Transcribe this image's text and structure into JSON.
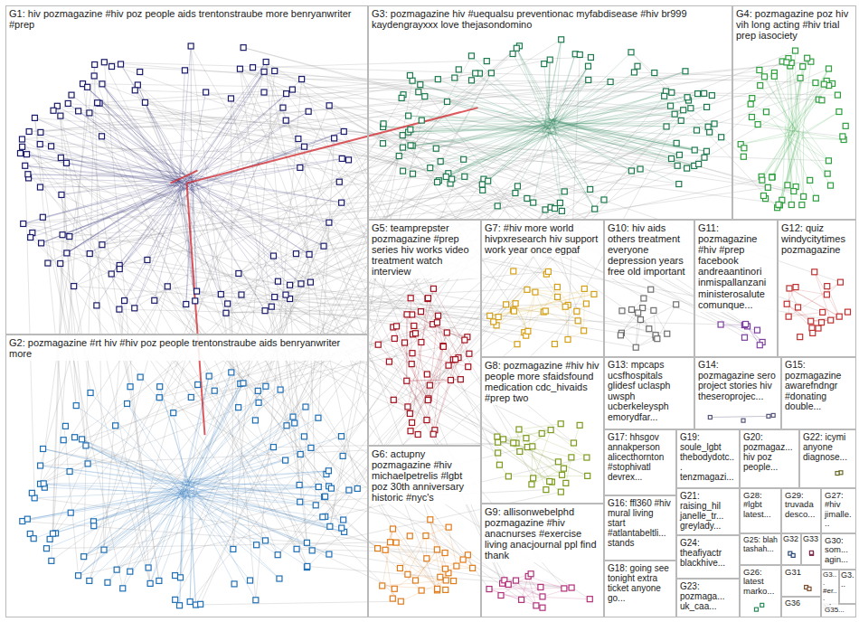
{
  "diagram": {
    "nodes": [
      {
        "text": [
          "G1: hiv pozmagazine #hiv poz people aids trentonstraube more benryanwriter #prep"
        ]
      },
      {
        "text": [
          "G2: pozmagazine #rt hiv #hiv poz people trentonstraube aids benryanwriter more"
        ]
      },
      {
        "text": [
          "G3: pozmagazine hiv #uequalsu preventionac myfabdisease #hiv br999 kaydengrayxxx love thejasondomino"
        ]
      },
      {
        "text": [
          "G4: pozmagazine poz hiv vih long acting #hiv trial prep iasociety"
        ]
      },
      {
        "text": [
          "G5: teamprepster pozmagazine #prep series hiv works video treatment watch interview"
        ]
      },
      {
        "text": [
          "G6: actupny pozmagazine #hiv michaelpetrelis #lgbt poz 30th anniversary historic #nyc's"
        ]
      },
      {
        "text": [
          "G7: #hiv more world hivpxresearch hiv support work year once egpaf"
        ]
      },
      {
        "text": [
          "G8: pozmagazine #hiv hiv people more sfaidsfound medication cdc_hivaids #prep two"
        ]
      },
      {
        "text": [
          "G9: allisonwebelphd pozmagazine #hiv anacnurses #exercise living anacjournal ppl find thank"
        ]
      },
      {
        "text": [
          "G10: hiv aids others treatment everyone depression years free old important"
        ]
      },
      {
        "text": [
          "G11: pozmagazine #hiv #prep facebook andreaantinori inmispallanzani ministerosalute comunque..."
        ]
      },
      {
        "text": [
          "G12: quiz windycitytimes pozmagazine"
        ]
      },
      {
        "text": [
          "G13: mpcaps ucsfhospitals glidesf uclasph uwsph ucberkeleysph emorydfar..."
        ]
      },
      {
        "text": [
          "G14: pozmagazine sero project stories hiv theseroprojec..."
        ]
      },
      {
        "text": [
          "G15: pozmagazine awarefndngr #donating double..."
        ]
      },
      {
        "text": [
          "G16: ffl360 #hiv mural living start #atlantabeltli... stands"
        ]
      },
      {
        "text": [
          "G17: hhsgov annakperson alicecthornton #stophivatl devrex..."
        ]
      },
      {
        "text": [
          "G18: going see tonight extra ticket anyone go..."
        ]
      },
      {
        "text": [
          "G19: soule_lgbt thebodydotc... tenzmagazi..."
        ]
      },
      {
        "text": [
          "G20: pozmagaz... hiv poz people..."
        ]
      },
      {
        "text": [
          "G21: raising_hil janelle_tr... greylady..."
        ]
      },
      {
        "text": [
          "G22: icymi anyone diagnose..."
        ]
      },
      {
        "text": [
          "G23: pozmaga... uk_caa..."
        ]
      },
      {
        "text": [
          "G24: theafiyactr blackhive..."
        ]
      },
      {
        "text": [
          "G25: blah tashah..."
        ]
      },
      {
        "text": [
          "G26: latest marko..."
        ]
      },
      {
        "text": [
          "G27: #hiv jimalle..."
        ]
      },
      {
        "text": [
          "G28: #lgbt latest..."
        ]
      },
      {
        "text": [
          "G29: truvada desco..."
        ]
      },
      {
        "text": [
          "G30: som... agin..."
        ]
      },
      {
        "text": [
          "G31"
        ]
      },
      {
        "text": [
          "G32"
        ]
      },
      {
        "text": [
          "G33"
        ]
      },
      {
        "text": [
          "G3... #er... ad..."
        ]
      },
      {
        "text": [
          "G3..."
        ]
      },
      {
        "text": [
          "G35..."
        ]
      },
      {
        "text": [
          "G36"
        ]
      }
    ]
  }
}
